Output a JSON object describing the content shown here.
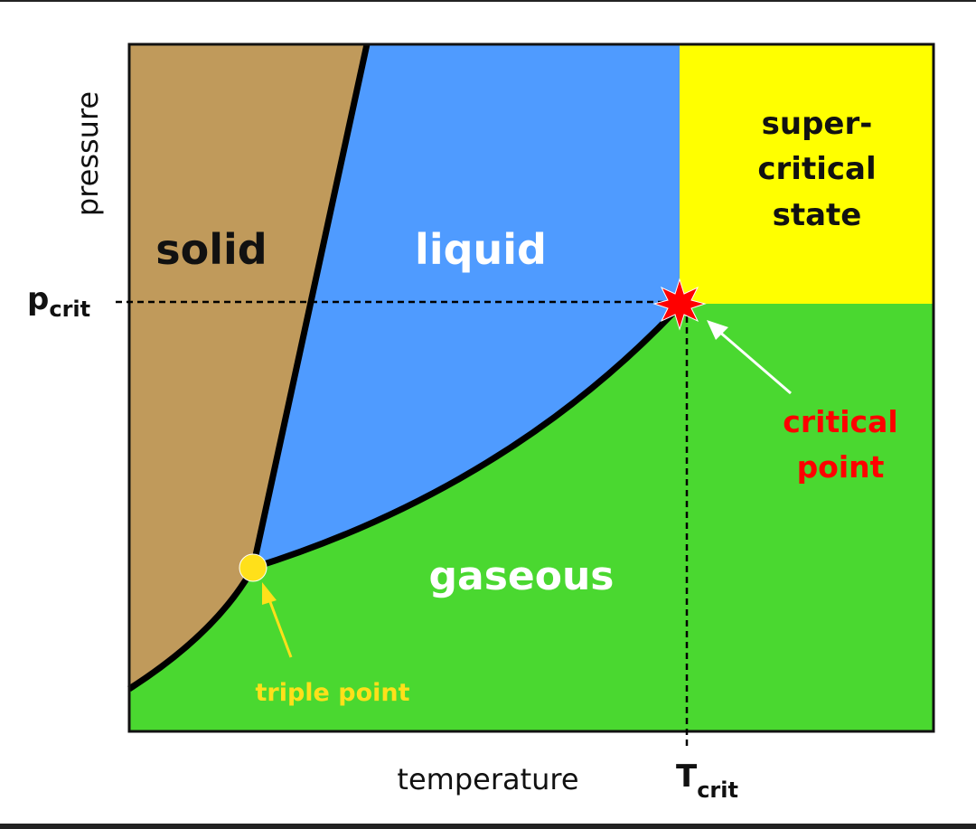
{
  "title_axis": {
    "y_label": "pressure",
    "x_label": "temperature"
  },
  "markers": {
    "p_crit": {
      "main": "p",
      "sub": "crit"
    },
    "t_crit": {
      "main": "T",
      "sub": "crit"
    }
  },
  "regions": {
    "solid": "solid",
    "liquid": "liquid",
    "supercritical": [
      "super-",
      "critical",
      "state"
    ],
    "gaseous": "gaseous"
  },
  "annotations": {
    "critical_point": [
      "critical",
      "point"
    ],
    "triple_point": "triple point"
  },
  "colors": {
    "solid": "#C09A5B",
    "liquid": "#4F9BFF",
    "supercritical": "#FFFF00",
    "gaseous": "#4AD830",
    "critical_point": "#FF0000",
    "triple_point": "#FFE01A"
  }
}
